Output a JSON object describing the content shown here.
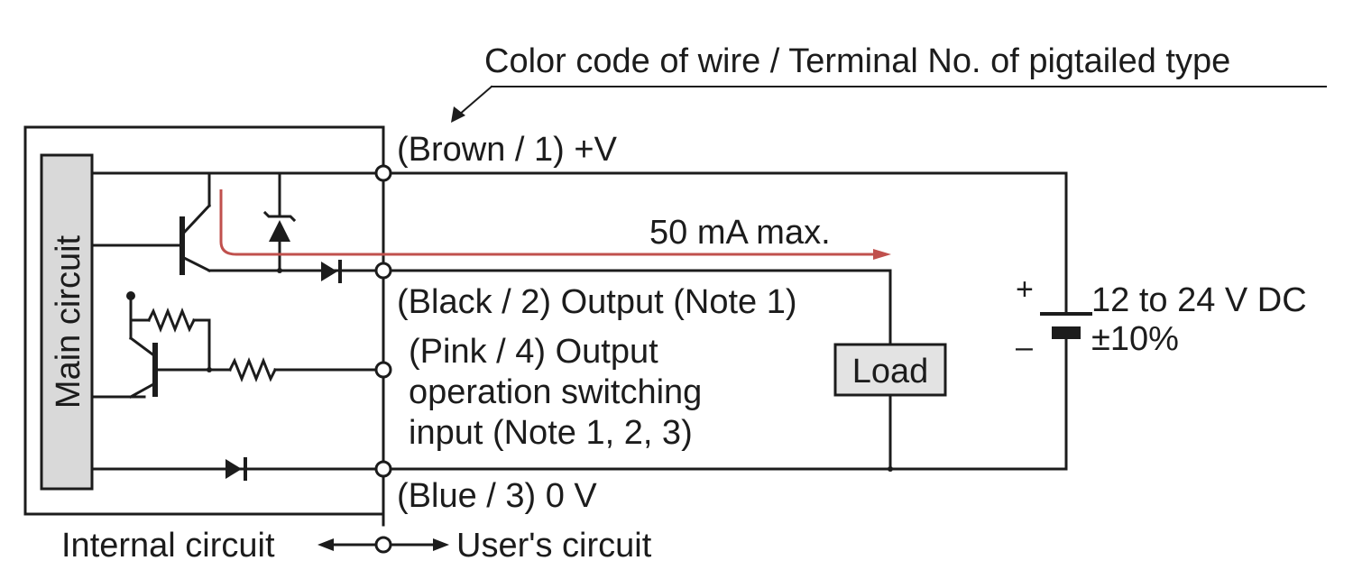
{
  "header": {
    "wire_code_label": "Color code of wire / Terminal No. of pigtailed type"
  },
  "internal": {
    "main_circuit_label": "Main circuit",
    "current_label": "50 mA max."
  },
  "terminals": {
    "brown": "(Brown / 1) +V",
    "black": "(Black / 2) Output  (Note 1)",
    "pink_line1": "(Pink / 4) Output",
    "pink_line2": "operation switching",
    "pink_line3": "input (Note 1, 2, 3)",
    "blue": "(Blue / 3) 0 V"
  },
  "external": {
    "load_label": "Load",
    "supply_plus": "+",
    "supply_minus": "–",
    "supply_voltage": "12 to 24 V DC",
    "supply_tolerance": "±10%"
  },
  "footer": {
    "internal_label": "Internal circuit",
    "user_label": "User's circuit"
  },
  "colors": {
    "line": "#1c1c1c",
    "current_arrow": "#c0504d",
    "block_fill": "#d9d9d9"
  }
}
